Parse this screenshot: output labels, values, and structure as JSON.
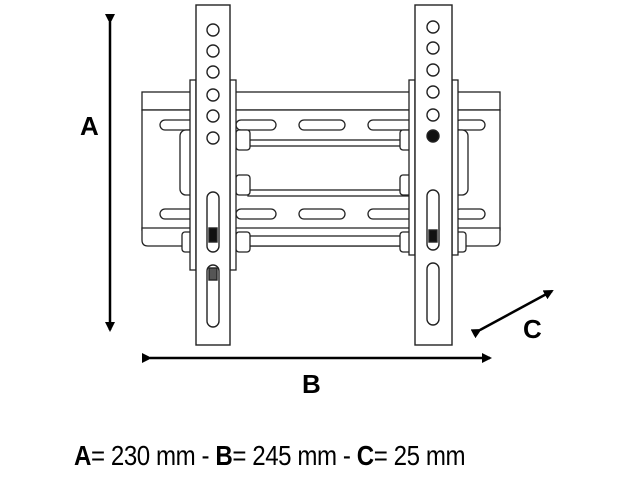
{
  "dimension_labels": {
    "a": "A",
    "b": "B",
    "c": "C"
  },
  "caption": {
    "a_label": "A",
    "a_value": "= 230 mm",
    "sep1": " - ",
    "b_label": "B",
    "b_value": "= 245 mm",
    "sep2": " - ",
    "c_label": "C",
    "c_value": "= 25 mm"
  }
}
